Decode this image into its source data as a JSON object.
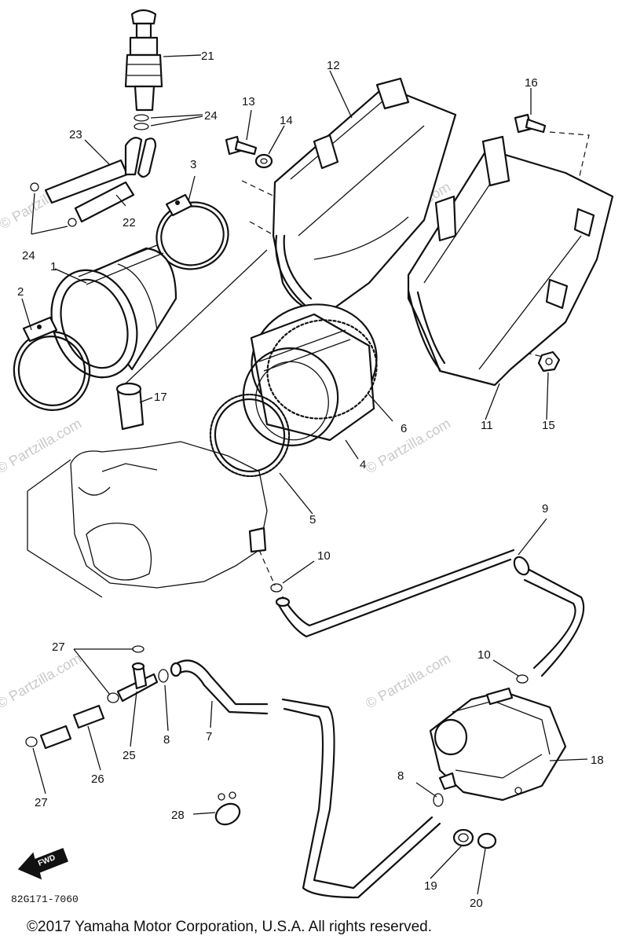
{
  "watermark": "© Partzilla.com",
  "diagram_code": "82G171-7060",
  "copyright": "©2017  Yamaha Motor Corporation, U.S.A. All rights reserved.",
  "find_arrow_label": "FWD",
  "callouts": {
    "c1": "1",
    "c2": "2",
    "c3": "3",
    "c4": "4",
    "c5": "5",
    "c6": "6",
    "c7": "7",
    "c8a": "8",
    "c8b": "8",
    "c9": "9",
    "c10a": "10",
    "c10b": "10",
    "c11": "11",
    "c12": "12",
    "c13": "13",
    "c14": "14",
    "c15": "15",
    "c16": "16",
    "c17": "17",
    "c18": "18",
    "c19": "19",
    "c20": "20",
    "c21": "21",
    "c22": "22",
    "c23": "23",
    "c24a": "24",
    "c24b": "24",
    "c25": "25",
    "c26": "26",
    "c27a": "27",
    "c27b": "27",
    "c28": "28"
  }
}
